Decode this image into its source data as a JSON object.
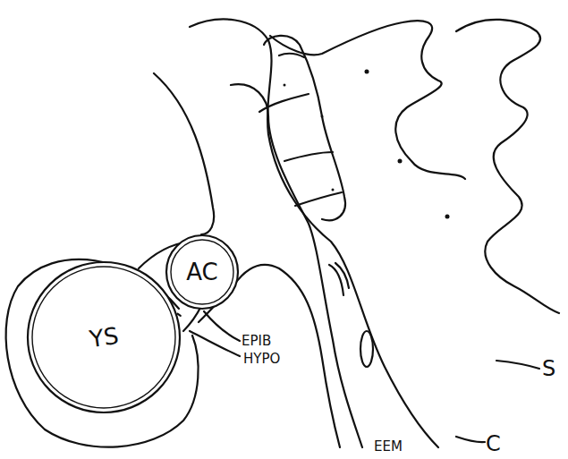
{
  "diagram": {
    "nodes": [
      {
        "text": [
          "YS"
        ]
      },
      {
        "text": [
          "AC"
        ]
      }
    ],
    "labels": [
      "EPIB",
      "HYPO",
      "EEM",
      "C",
      "S"
    ]
  }
}
